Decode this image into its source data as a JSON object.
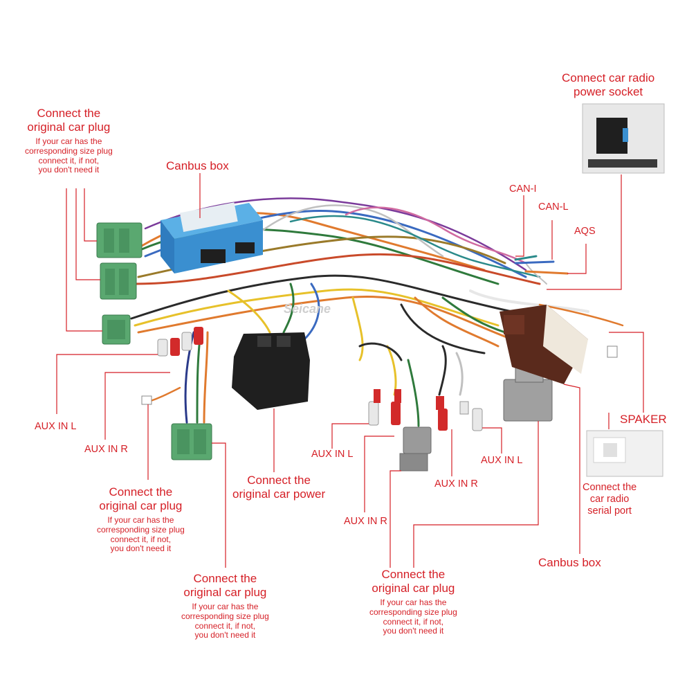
{
  "labels": {
    "radio_power": [
      "Connect car radio",
      "power socket"
    ],
    "plug_top_left": {
      "title": [
        "Connect the",
        "original car plug"
      ],
      "note": [
        "If your car has the",
        "corresponding size plug",
        "connect it, if not,",
        "you don't need it"
      ]
    },
    "canbus_box_top": "Canbus box",
    "can_i": "CAN-I",
    "can_l": "CAN-L",
    "aqs": "AQS",
    "speaker": "SPAKER",
    "aux_in_l_left": "AUX IN L",
    "aux_in_r_left": "AUX IN R",
    "plug_mid_left": {
      "title": [
        "Connect the",
        "original car plug"
      ],
      "note": [
        "If your car has the",
        "corresponding size plug",
        "connect it, if not,",
        "you don't need it"
      ]
    },
    "car_power": [
      "Connect the",
      "original car power"
    ],
    "aux_in_l_center": "AUX IN L",
    "aux_in_r_center": "AUX IN R",
    "aux_in_r_right": "AUX IN R",
    "aux_in_l_right": "AUX IN L",
    "serial_port": [
      "Connect the",
      "car radio",
      "serial port"
    ],
    "canbus_box_bottom": "Canbus box",
    "plug_bottom_left": {
      "title": [
        "Connect the",
        "original car plug"
      ],
      "note": [
        "If your car has the",
        "corresponding size plug",
        "connect it, if not,",
        "you don't need it"
      ]
    },
    "plug_bottom_center": {
      "title": [
        "Connect the",
        "original car plug"
      ],
      "note": [
        "If your car has the",
        "corresponding size plug",
        "connect it, if not,",
        "you don't need it"
      ]
    }
  },
  "watermark": "Seicane",
  "colors": {
    "label_red": "#d51f26",
    "canbus_blue": "#3a8fd0",
    "connector_green": "#5aa870",
    "connector_black": "#1f1f1f",
    "canbus_brown": "#5a2a1c",
    "connector_grey": "#9a9a9a"
  }
}
